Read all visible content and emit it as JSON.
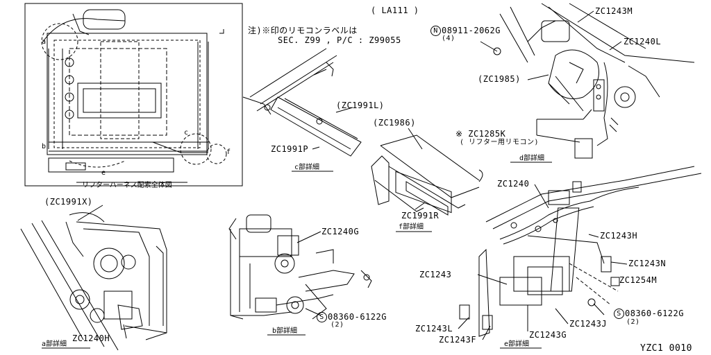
{
  "header": {
    "model_code": "( LA111 )",
    "note_line1": "注)※印のリモコンラベルは",
    "note_line2": "SEC. Z99 , P/C : Z99055",
    "figure_id": "YZC1  0010"
  },
  "overview": {
    "caption": "リフターハーネス配索全体図",
    "markers": [
      "a",
      "b",
      "c",
      "e",
      "f"
    ]
  },
  "details": {
    "a": {
      "caption": "a部詳細"
    },
    "b": {
      "caption": "b部詳細"
    },
    "c": {
      "caption": "c部詳細"
    },
    "d": {
      "caption": "d部詳細"
    },
    "e": {
      "caption": "e部詳細"
    },
    "f": {
      "caption": "f部詳細"
    }
  },
  "parts": {
    "zc1991x": "(ZC1991X)",
    "zc1240h": "ZC1240H",
    "zc1240g": "ZC1240G",
    "bolt_b": {
      "symbol": "S",
      "number": "08360-6122G",
      "qty": "(2)"
    },
    "zc1991l": "(ZC1991L)",
    "zc1991p": "ZC1991P",
    "zc1986": "(ZC1986)",
    "zc1991r": "ZC1991R",
    "nut_d": {
      "symbol": "N",
      "number": "08911-2062G",
      "qty": "(4)"
    },
    "zc1243m": "ZC1243M",
    "zc1240l": "ZC1240L",
    "zc1985": "(ZC1985)",
    "zc1285k": "※ ZC1285K",
    "zc1285k_sub": "( リフター用リモコン)",
    "zc1240": "ZC1240",
    "zc1243h": "ZC1243H",
    "zc1243n": "ZC1243N",
    "zc1254m": "ZC1254M",
    "zc1243": "ZC1243",
    "bolt_e": {
      "symbol": "S",
      "number": "08360-6122G",
      "qty": "(2)"
    },
    "zc1243j": "ZC1243J",
    "zc1243g": "ZC1243G",
    "zc1243l": "ZC1243L",
    "zc1243f": "ZC1243F"
  }
}
